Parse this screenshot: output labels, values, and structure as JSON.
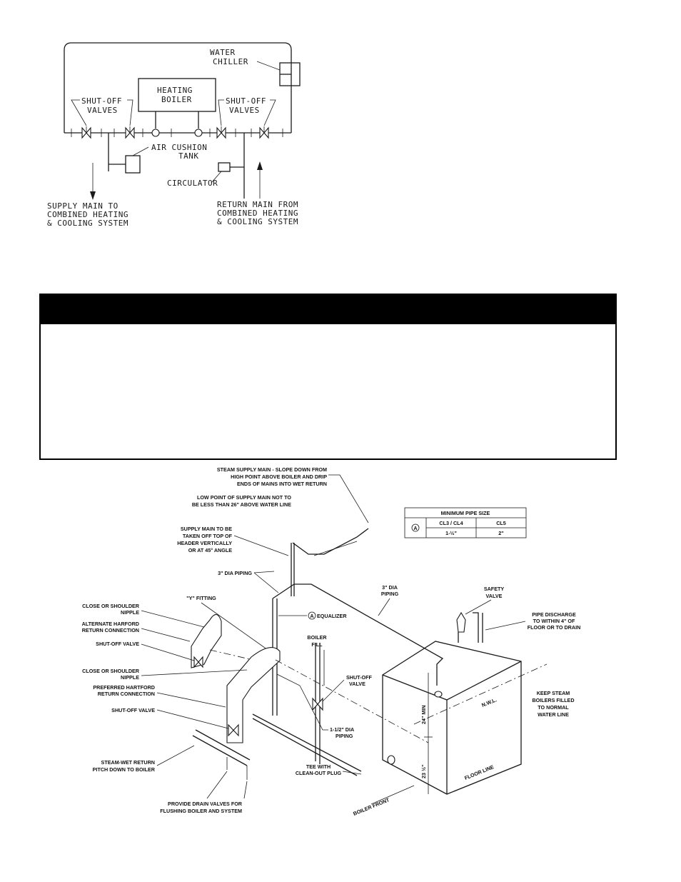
{
  "diagram1": {
    "water_chiller": [
      "WATER",
      "CHILLER"
    ],
    "heating_boiler": [
      "HEATING",
      "BOILER"
    ],
    "shutoff_left": [
      "SHUT-OFF",
      "VALVES"
    ],
    "shutoff_right": [
      "SHUT-OFF",
      "VALVES"
    ],
    "air_cushion": [
      "AIR CUSHION",
      "TANK"
    ],
    "circulator": "CIRCULATOR",
    "supply_main": [
      "SUPPLY MAIN TO",
      "COMBINED HEATING",
      "& COOLING SYSTEM"
    ],
    "return_main": [
      "RETURN MAIN FROM",
      "COMBINED HEATING",
      "& COOLING SYSTEM"
    ]
  },
  "diagram2": {
    "steam_supply": [
      "STEAM SUPPLY MAIN - SLOPE DOWN FROM",
      "HIGH POINT ABOVE BOILER AND DRIP",
      "ENDS OF MAINS INTO WET RETURN"
    ],
    "low_point": [
      "LOW POINT OF SUPPLY MAIN NOT TO",
      "BE LESS THAN 26\" ABOVE WATER LINE"
    ],
    "supply_takeoff": [
      "SUPPLY MAIN TO BE",
      "TAKEN OFF TOP OF",
      "HEADER VERTICALLY",
      "OR AT 45° ANGLE"
    ],
    "dia3_left": "3\" DIA PIPING",
    "dia3_right": [
      "3\" DIA",
      "PIPING"
    ],
    "y_fitting": "\"Y\" FITTING",
    "close_nipple_1": [
      "CLOSE OR SHOULDER",
      "NIPPLE"
    ],
    "alt_return": [
      "ALTERNATE HARFORD",
      "RETURN CONNECTION"
    ],
    "shutoff_1": "SHUT-OFF VALVE",
    "close_nipple_2": [
      "CLOSE OR SHOULDER",
      "NIPPLE"
    ],
    "pref_return": [
      "PREFERRED HARTFORD",
      "RETURN CONNECTION"
    ],
    "shutoff_2": "SHUT-OFF VALVE",
    "steam_wet": [
      "STEAM-WET RETURN",
      "PITCH DOWN TO BOILER"
    ],
    "drain_valves": [
      "PROVIDE DRAIN VALVES FOR",
      "FLUSHING BOILER AND SYSTEM"
    ],
    "equalizer_tag": "A",
    "equalizer": "EQUALIZER",
    "boiler_fill": [
      "BOILER",
      "FILL"
    ],
    "shutoff_valve_mid": [
      "SHUT-OFF",
      "VALVE"
    ],
    "dia_half": [
      "1-1/2\" DIA",
      "PIPING"
    ],
    "tee": [
      "TEE WITH",
      "CLEAN-OUT PLUG"
    ],
    "safety_valve": [
      "SAFETY",
      "VALVE"
    ],
    "pipe_discharge": [
      "PIPE DISCHARGE",
      "TO WITHIN 4\" OF",
      "FLOOR OR TO DRAIN"
    ],
    "keep_steam": [
      "KEEP STEAM",
      "BOILERS FILLED",
      "TO NORMAL",
      "WATER LINE"
    ],
    "nwl": "N.W.L.",
    "floor_line": "FLOOR LINE",
    "boiler_front": "BOILER FRONT",
    "dim_24": "24\" MIN",
    "dim_23": "23 ½\""
  },
  "pipe_table": {
    "title": "MINIMUM PIPE SIZE",
    "tag": "A",
    "headers": [
      "CL3 / CL4",
      "CL5"
    ],
    "values": [
      "1-½\"",
      "2\""
    ]
  }
}
